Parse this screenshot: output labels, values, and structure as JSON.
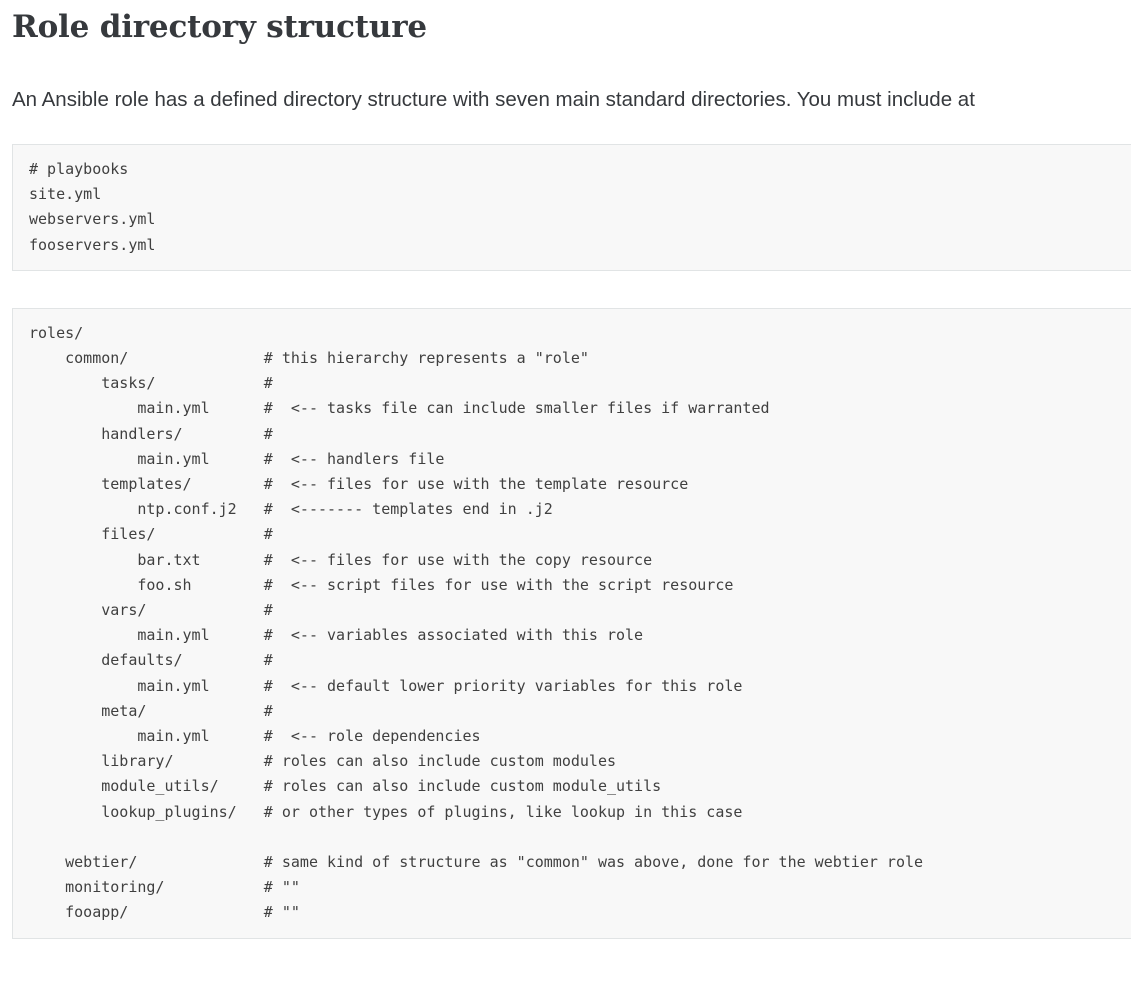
{
  "page": {
    "title": "Role directory structure",
    "intro": "An Ansible role has a defined directory structure with seven main standard directories. You must include at"
  },
  "colors": {
    "text": "#36393d",
    "code_text": "#404040",
    "code_background": "#f8f8f8",
    "code_border": "#e1e4e5",
    "page_background": "#ffffff"
  },
  "code_blocks": [
    {
      "name": "playbooks-block",
      "lines": [
        "# playbooks",
        "site.yml",
        "webservers.yml",
        "fooservers.yml"
      ]
    },
    {
      "name": "roles-block",
      "lines": [
        "roles/",
        "    common/               # this hierarchy represents a \"role\"",
        "        tasks/            #",
        "            main.yml      #  <-- tasks file can include smaller files if warranted",
        "        handlers/         #",
        "            main.yml      #  <-- handlers file",
        "        templates/        #  <-- files for use with the template resource",
        "            ntp.conf.j2   #  <------- templates end in .j2",
        "        files/            #",
        "            bar.txt       #  <-- files for use with the copy resource",
        "            foo.sh        #  <-- script files for use with the script resource",
        "        vars/             #",
        "            main.yml      #  <-- variables associated with this role",
        "        defaults/         #",
        "            main.yml      #  <-- default lower priority variables for this role",
        "        meta/             #",
        "            main.yml      #  <-- role dependencies",
        "        library/          # roles can also include custom modules",
        "        module_utils/     # roles can also include custom module_utils",
        "        lookup_plugins/   # or other types of plugins, like lookup in this case",
        "",
        "    webtier/              # same kind of structure as \"common\" was above, done for the webtier role",
        "    monitoring/           # \"\"",
        "    fooapp/               # \"\""
      ]
    }
  ]
}
